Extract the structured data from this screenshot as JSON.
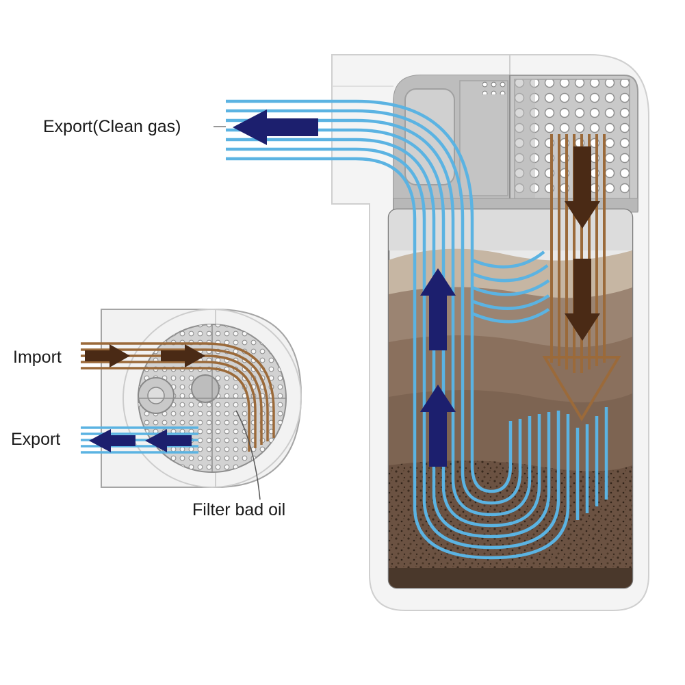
{
  "labels": {
    "export_clean_gas": "Export(Clean gas)",
    "import": "Import",
    "export": "Export",
    "filter_bad_oil": "Filter bad oil"
  },
  "colors": {
    "clean_flow": "#5bb3e2",
    "dirty_flow": "#9b6a3a",
    "arrow_navy": "#1c1f6e",
    "arrow_brown": "#4a2a15",
    "housing": "#f3f3f3",
    "oil_light": "#c6b6a3",
    "oil_mid": "#8f7562",
    "oil_dark": "#5b4434"
  },
  "icons": [
    "arrow-left-icon",
    "arrow-right-icon",
    "arrow-up-icon",
    "arrow-down-icon",
    "hollow-arrow-down-icon"
  ]
}
